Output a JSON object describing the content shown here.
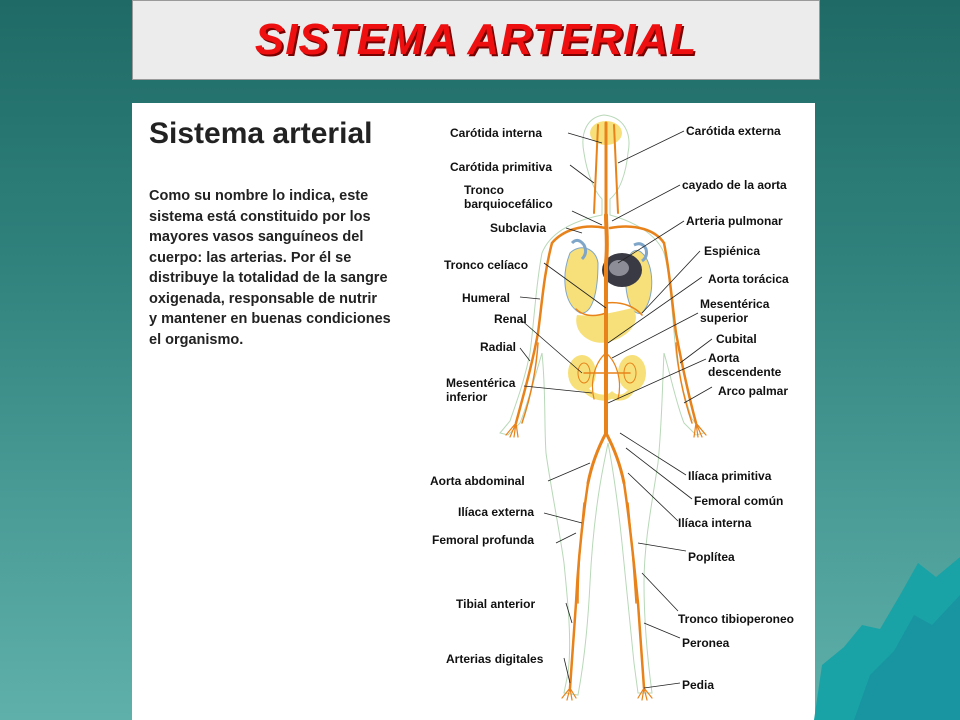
{
  "slide": {
    "title": "SISTEMA ARTERIAL",
    "colors": {
      "title_text": "#ee1010",
      "background": "#2f817c",
      "artery": "#e8821a",
      "organ": "#f7e07a"
    }
  },
  "panel": {
    "heading": "Sistema arterial",
    "description_lines": [
      "Como su nombre lo indica, este",
      "sistema está constituido por los",
      "mayores vasos sanguíneos del",
      "cuerpo: las arterias. Por él se",
      "distribuye la totalidad de la sangre",
      "oxigenada, responsable de nutrir",
      "y mantener en buenas condiciones",
      "el organismo."
    ]
  },
  "labels": {
    "left": [
      "Carótida interna",
      "Carótida primitiva",
      "Tronco",
      "barquiocefálico",
      "Subclavia",
      "Tronco celíaco",
      "Humeral",
      "Renal",
      "Radial",
      "Mesentérica",
      "inferior",
      "Aorta abdominal",
      "Ilíaca externa",
      "Femoral profunda",
      "Tibial anterior",
      "Arterias digitales"
    ],
    "right": [
      "Carótida externa",
      "cayado de la aorta",
      "Arteria pulmonar",
      "Espiénica",
      "Aorta torácica",
      "Mesentérica",
      "superior",
      "Cubital",
      "Aorta",
      "descendente",
      "Arco palmar",
      "Ilíaca primitiva",
      "Femoral común",
      "Ilíaca interna",
      "Poplítea",
      "Tronco tibioperoneo",
      "Peronea",
      "Pedia"
    ]
  }
}
